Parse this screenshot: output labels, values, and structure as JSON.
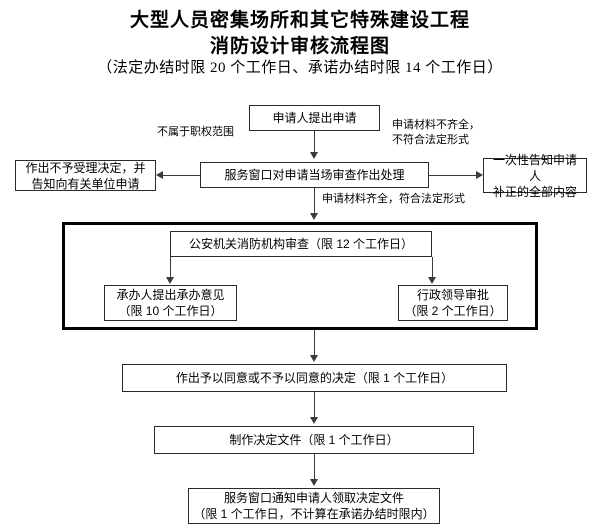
{
  "title": {
    "line1": "大型人员密集场所和其它特殊建设工程",
    "line2": "消防设计审核流程图",
    "subtitle": "（法定办结时限 20 个工作日、承诺办结时限 14 个工作日）"
  },
  "nodes": {
    "applicant_submit": "申请人提出申请",
    "service_window_review": "服务窗口对申请当场审查作出处理",
    "reject_decision": "作出不予受理决定，并\n告知向有关单位申请",
    "one_time_notice": "一次性告知申请人\n补正的全部内容",
    "fire_agency_review": "公安机关消防机构审查（限 12 个工作日）",
    "handler_opinion": "承办人提出承办意见\n（限 10 个工作日）",
    "leader_approval": "行政领导审批\n（限 2 个工作日）",
    "consent_decision": "作出予以同意或不予以同意的决定（限 1 个工作日）",
    "make_document": "制作决定文件（限 1 个工作日）",
    "notify_pickup": "服务窗口通知申请人领取决定文件\n（限 1 个工作日，不计算在承诺办结时限内）"
  },
  "edge_labels": {
    "out_of_scope": "不属于职权范围",
    "incomplete_materials": "申请材料不齐全，\n不符合法定形式",
    "complete_materials": "申请材料齐全，符合法定形式"
  },
  "colors": {
    "background": "#ffffff",
    "box_border": "#2b2b2b",
    "group_border": "#000000",
    "connector": "#3a3a3a",
    "text": "#000000"
  }
}
